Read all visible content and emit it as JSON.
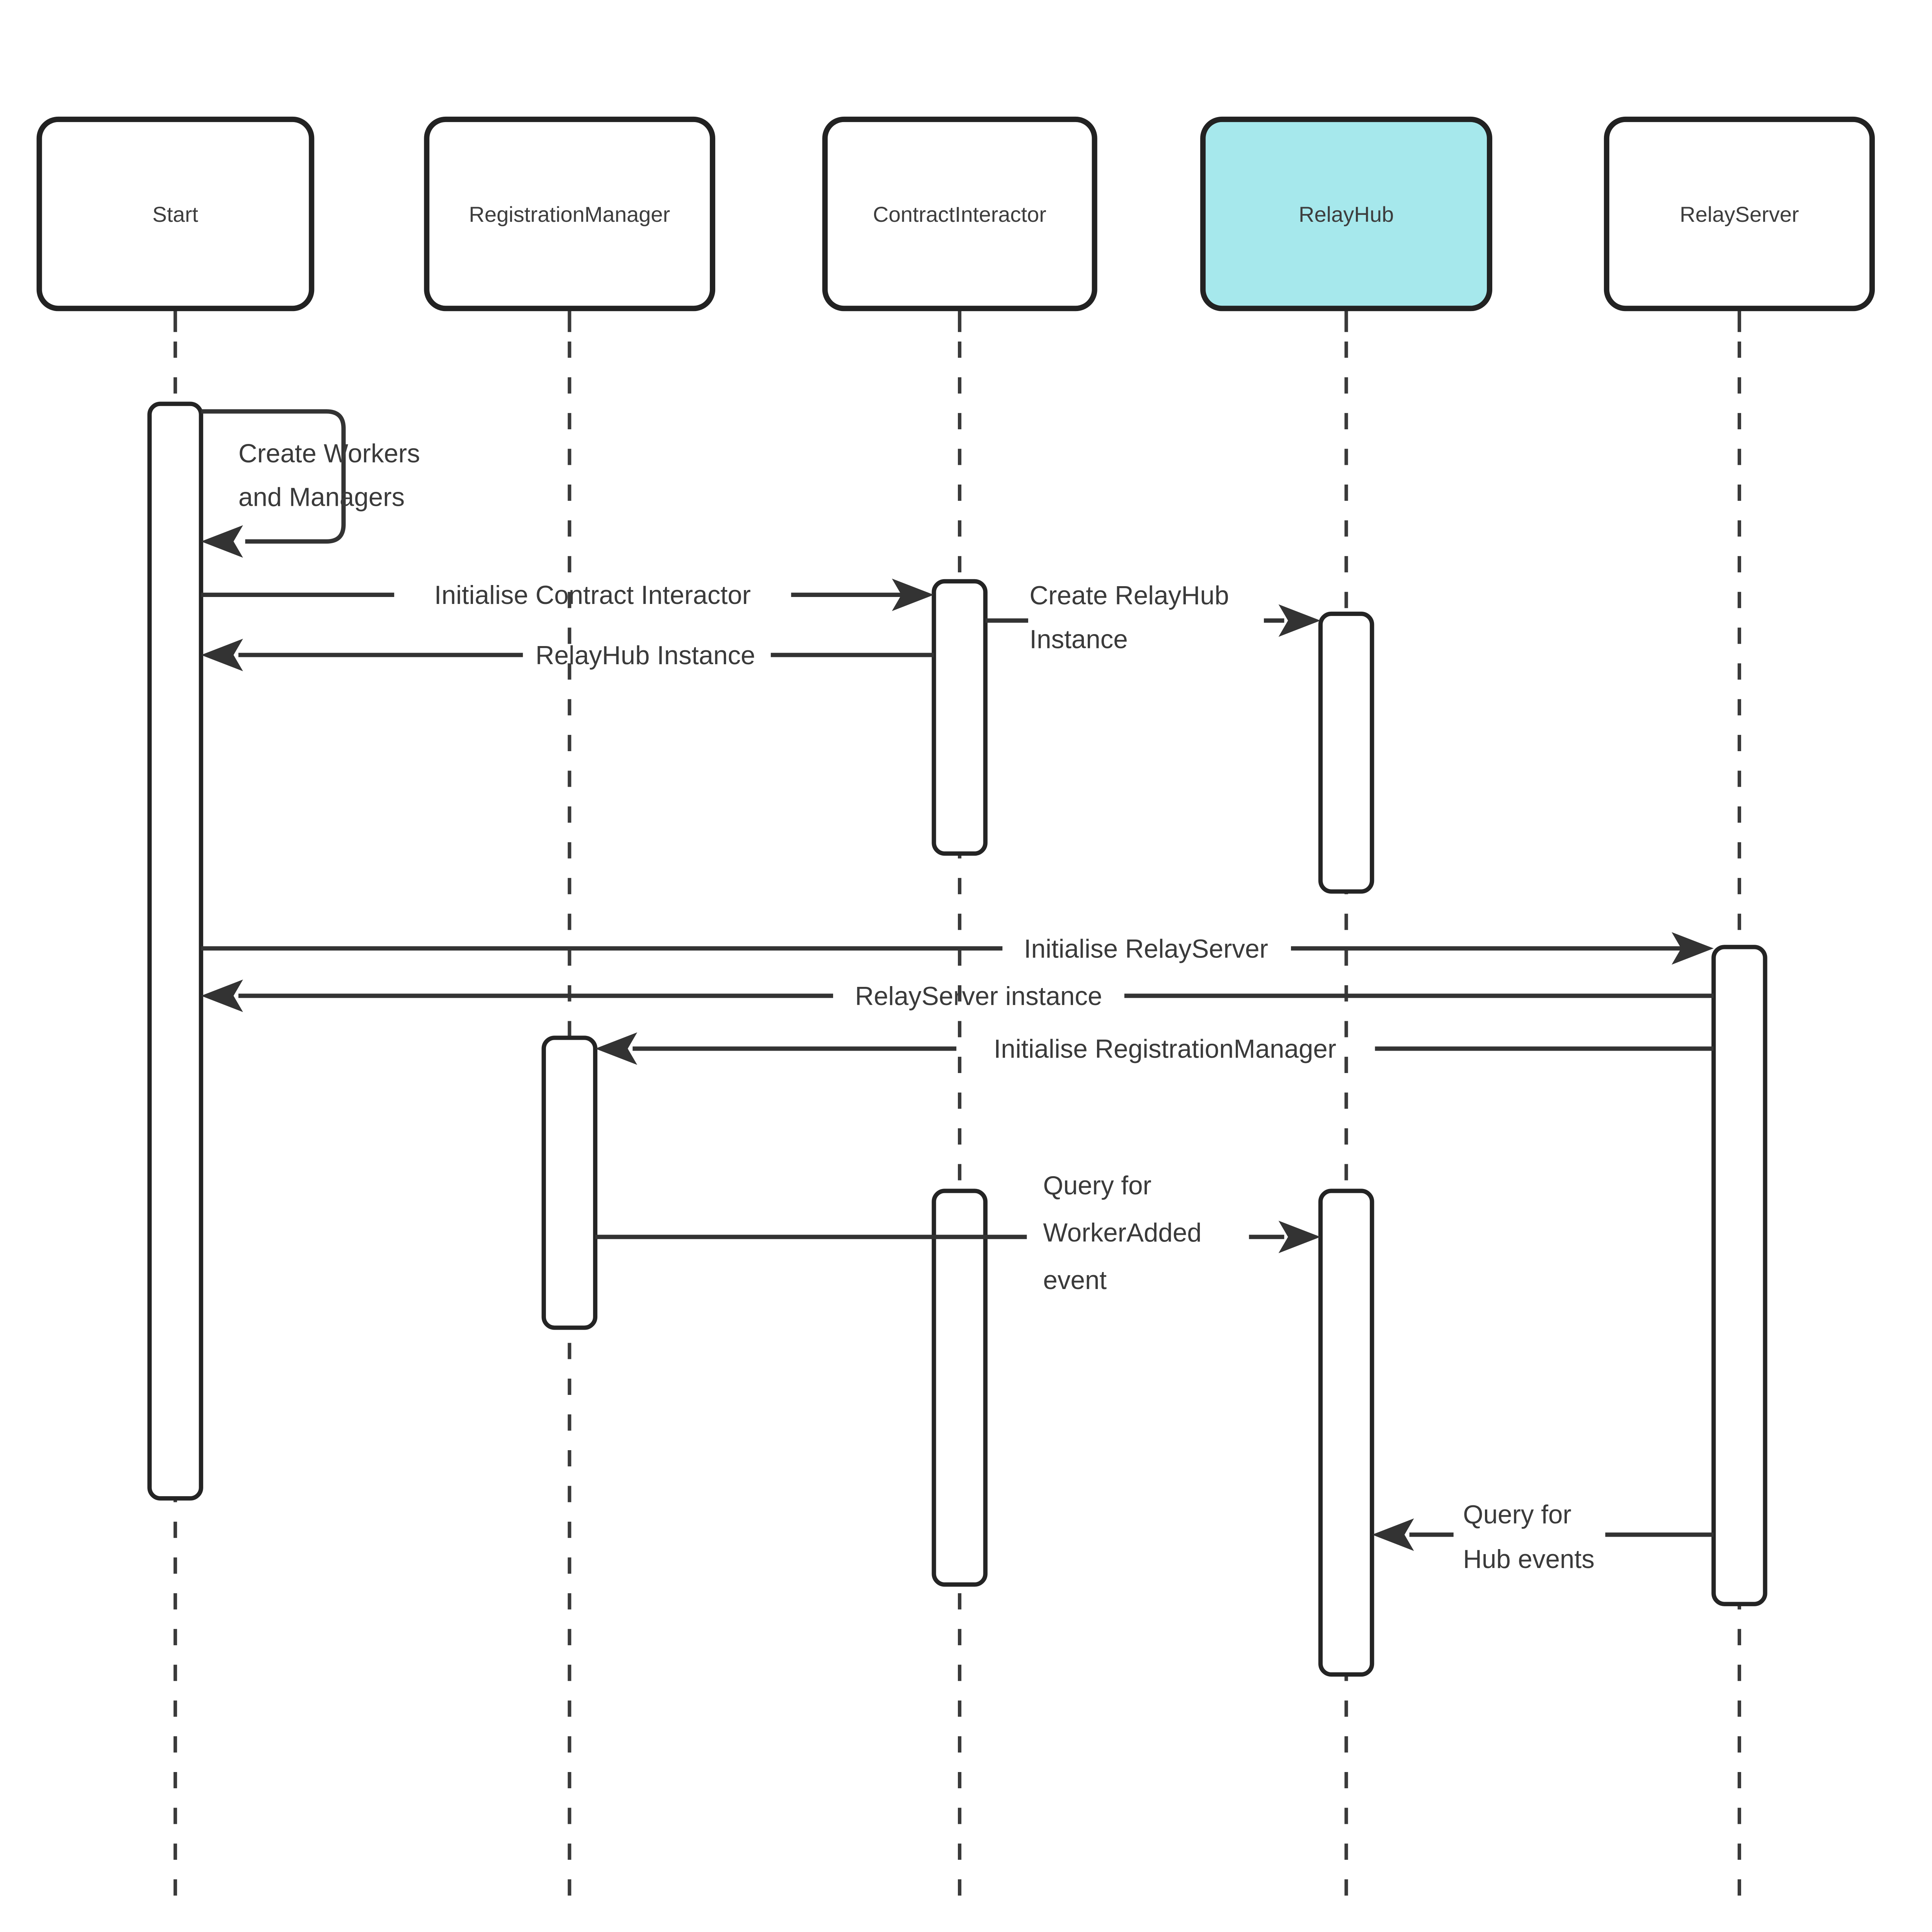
{
  "diagram": {
    "type": "sequence-diagram"
  },
  "actors": [
    {
      "id": "start",
      "label": "Start",
      "fill": "#ffffff",
      "highlighted": false
    },
    {
      "id": "registration-manager",
      "label": "RegistrationManager",
      "fill": "#ffffff",
      "highlighted": false
    },
    {
      "id": "contract-interactor",
      "label": "ContractInteractor",
      "fill": "#ffffff",
      "highlighted": false
    },
    {
      "id": "relay-hub",
      "label": "RelayHub",
      "fill": "#a6e8ec",
      "highlighted": true
    },
    {
      "id": "relay-server",
      "label": "RelayServer",
      "fill": "#ffffff",
      "highlighted": false
    }
  ],
  "messages": [
    {
      "id": "create-workers-and-managers",
      "from": "Start",
      "to": "Start",
      "kind": "self-message",
      "lines": [
        "Create Workers",
        "and Managers"
      ]
    },
    {
      "id": "initialise-contract-interactor",
      "from": "Start",
      "to": "ContractInteractor",
      "kind": "arrow-right",
      "lines": [
        "Initialise Contract Interactor"
      ]
    },
    {
      "id": "relayhub-instance",
      "from": "ContractInteractor",
      "to": "Start",
      "kind": "arrow-left",
      "lines": [
        "RelayHub Instance"
      ]
    },
    {
      "id": "create-relayhub-instance",
      "from": "ContractInteractor",
      "to": "RelayHub",
      "kind": "arrow-right",
      "lines": [
        "Create RelayHub",
        "Instance"
      ]
    },
    {
      "id": "initialise-relayserver",
      "from": "Start",
      "to": "RelayServer",
      "kind": "arrow-right",
      "lines": [
        "Initialise RelayServer"
      ]
    },
    {
      "id": "relayserver-instance",
      "from": "RelayServer",
      "to": "Start",
      "kind": "arrow-left",
      "lines": [
        "RelayServer instance"
      ]
    },
    {
      "id": "initialise-registrationmanager",
      "from": "RelayServer",
      "to": "RegistrationManager",
      "kind": "arrow-left",
      "lines": [
        "Initialise RegistrationManager"
      ]
    },
    {
      "id": "query-for-workeradded-event",
      "from": "RegistrationManager",
      "to": "RelayHub",
      "kind": "arrow-right",
      "lines": [
        "Query for",
        "WorkerAdded",
        "event"
      ]
    },
    {
      "id": "query-for-hub-events",
      "from": "RelayServer",
      "to": "RelayHub",
      "kind": "arrow-left",
      "lines": [
        "Query for",
        "Hub events"
      ]
    }
  ],
  "colors": {
    "background": "#ffffff",
    "shape_stroke": "#222222",
    "message_line": "#333333",
    "text": "#3d3d3d",
    "lifeline": "#3a3a3a",
    "relayhub_highlight": "#a6e8ec"
  }
}
